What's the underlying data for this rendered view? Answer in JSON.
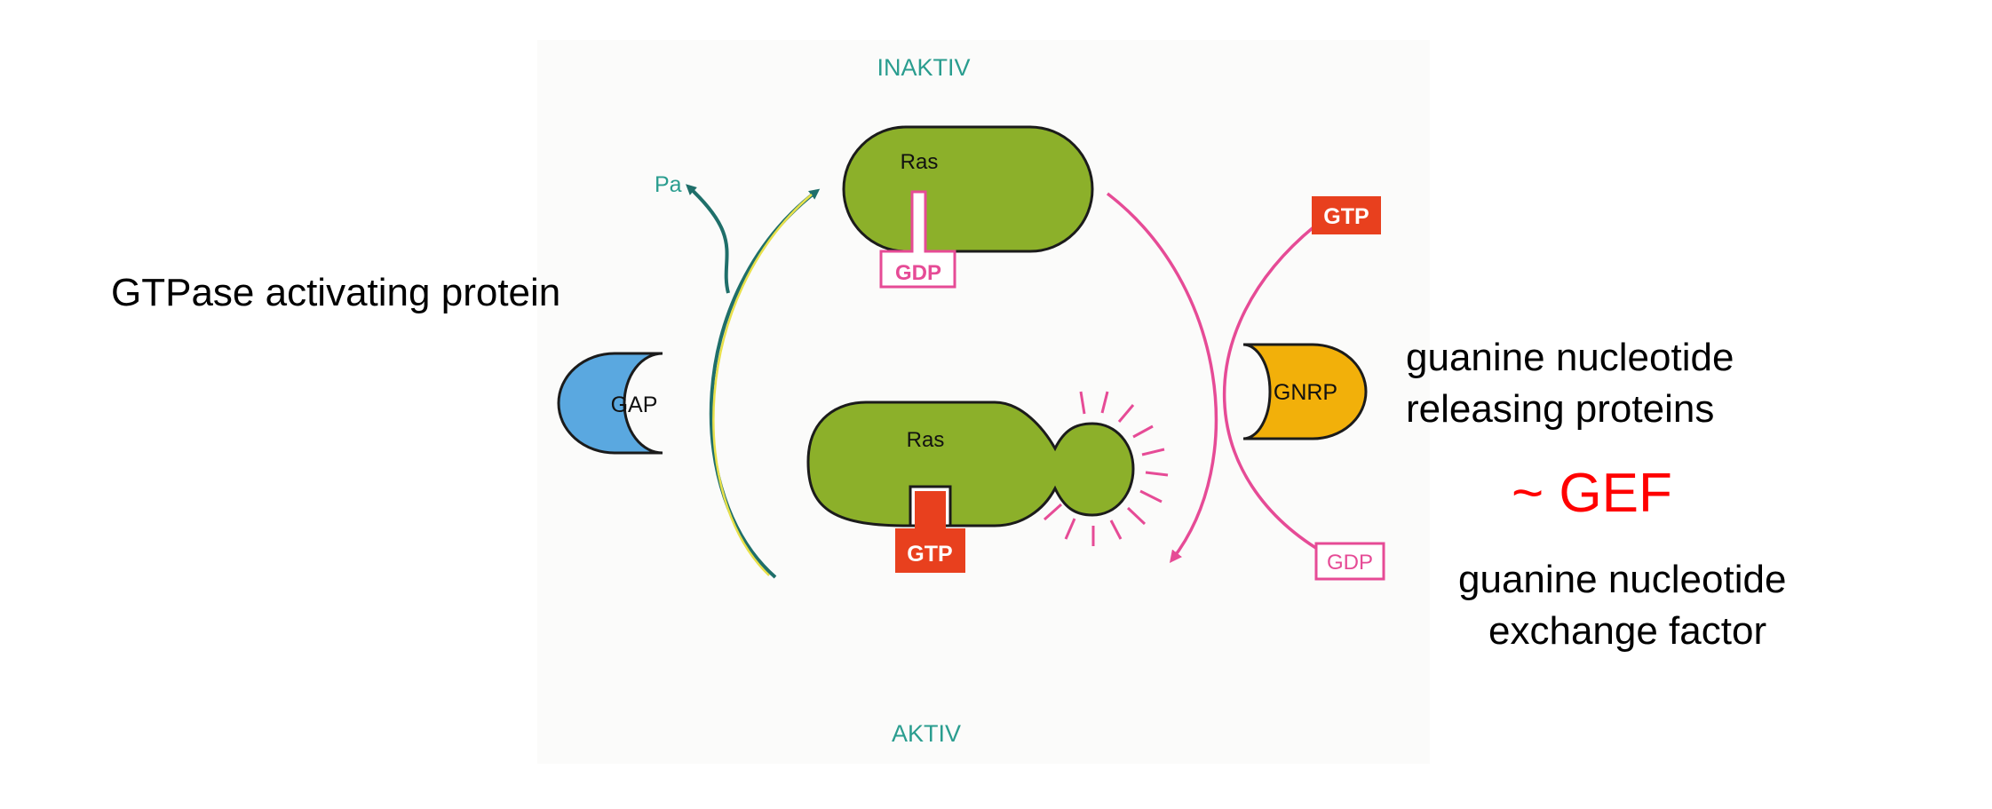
{
  "diagram": {
    "state_inactive": "INAKTIV",
    "state_active": "AKTIV",
    "ras_inactive_label": "Ras",
    "ras_active_label": "Ras",
    "gdp_bound_label": "GDP",
    "gtp_bound_label": "GTP",
    "gtp_incoming_label": "GTP",
    "gdp_released_label": "GDP",
    "pa_label": "Pa",
    "gap_label": "GAP",
    "gnrp_label": "GNRP"
  },
  "annotations": {
    "gap_full_name": "GTPase activating protein",
    "gnrp_full_name_line1": "guanine nucleotide",
    "gnrp_full_name_line2": "releasing proteins",
    "gef_abbrev": "~ GEF",
    "gef_full_name_line1": "guanine nucleotide",
    "gef_full_name_line2": "exchange factor"
  },
  "colors": {
    "ras_green": "#8cb02a",
    "gap_blue": "#5aa8e0",
    "gnrp_orange": "#f2b00a",
    "gtp_red": "#e8401e",
    "gdp_pink": "#e64b96",
    "arrow_teal": "#1f6f6a",
    "arrow_yellow": "#e8e04a",
    "label_teal": "#2a9d8f",
    "gef_red": "#ff0000",
    "panel_bg": "#fbfbfa"
  }
}
